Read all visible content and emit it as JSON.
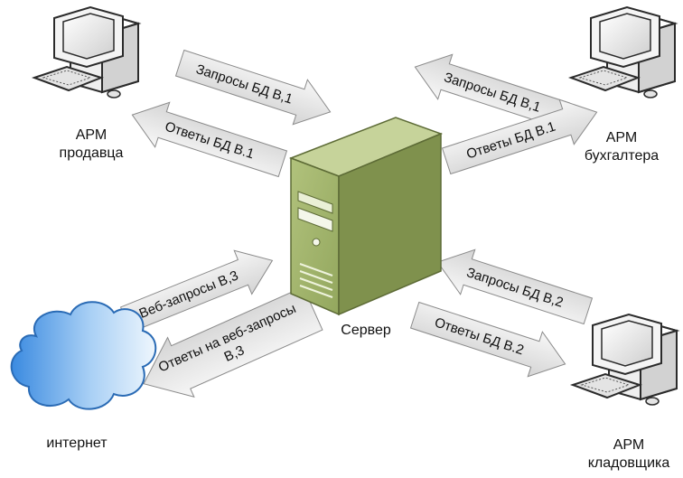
{
  "nodes": {
    "seller": {
      "line1": "АРМ",
      "line2": "продавца"
    },
    "accountant": {
      "line1": "АРМ",
      "line2": "бухгалтера"
    },
    "storekeeper": {
      "line1": "АРМ",
      "line2": "кладовщика"
    },
    "server": {
      "label": "Сервер"
    },
    "internet": {
      "label": "интернет"
    }
  },
  "arrows": {
    "seller_request": "Запросы БД В,1",
    "seller_response": "Ответы БД В.1",
    "accountant_request": "Запросы БД В,1",
    "accountant_response": "Ответы БД В.1",
    "storekeeper_request": "Запросы БД В,2",
    "storekeeper_response": "Ответы БД В.2",
    "internet_request": "Веб-запросы В,3",
    "internet_response_line1": "Ответы на веб-запросы",
    "internet_response_line2": "В,3"
  },
  "colors": {
    "arrow_fill_light": "#f4f4f4",
    "arrow_fill_dark": "#d6d6d6",
    "arrow_stroke": "#8a8a8a",
    "server_front": "#9fb36a",
    "server_side": "#7d8f4c",
    "server_top": "#c4d196",
    "cloud_left": "#3f8fe0",
    "cloud_right": "#e6f2fc",
    "computer_body": "#e8e8e8",
    "computer_outline": "#2b2b2b"
  }
}
